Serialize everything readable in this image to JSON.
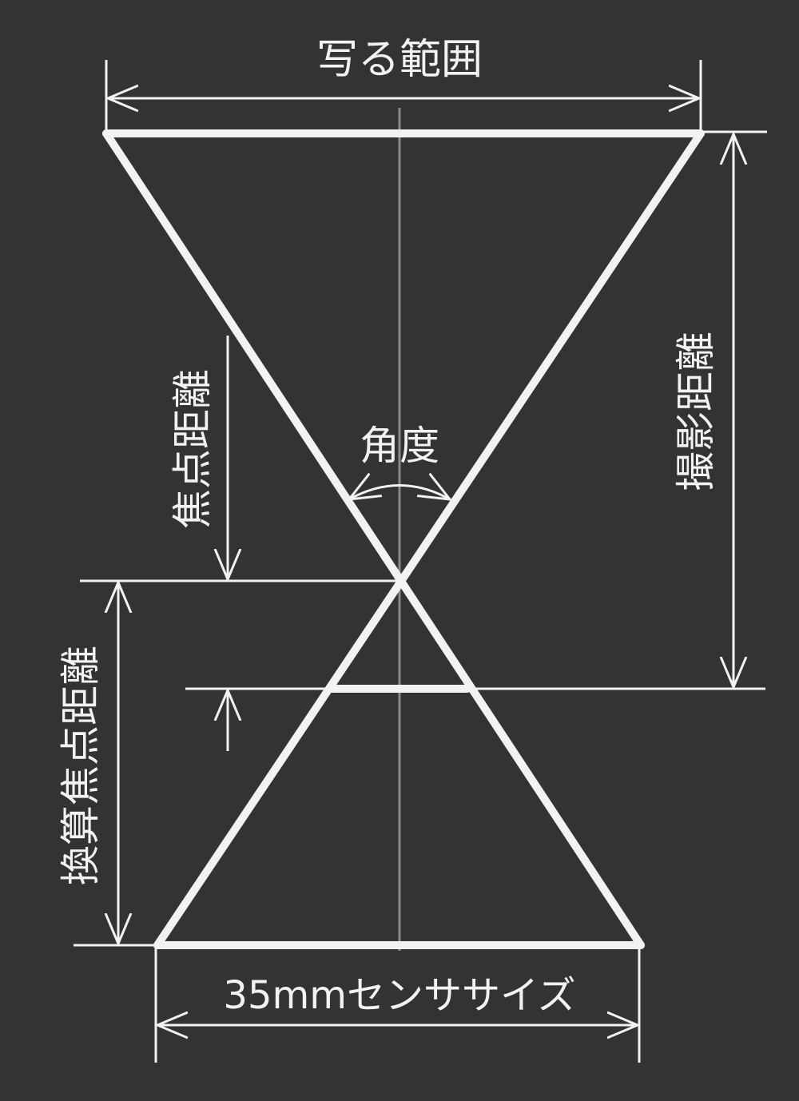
{
  "labels": {
    "field_of_view": "写る範囲",
    "shooting_distance": "撮影距離",
    "focal_length": "焦点距離",
    "equivalent_focal_length": "換算焦点距離",
    "angle": "角度",
    "sensor_size": "35mmセンササイズ"
  },
  "colors": {
    "background": "#333333",
    "line": "#f2f2f2",
    "axis": "#8a8a8a"
  }
}
